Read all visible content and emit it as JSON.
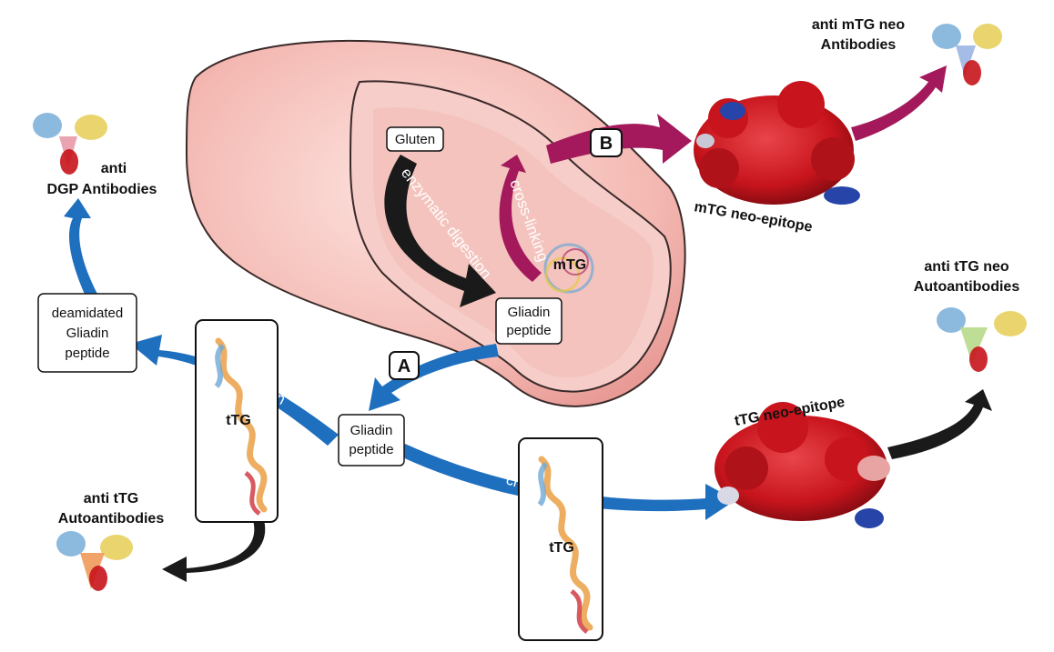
{
  "boxes": {
    "gluten": "Gluten",
    "gliadin_inner_1": "Gliadin",
    "gliadin_inner_2": "peptide",
    "gliadin_center_1": "Gliadin",
    "gliadin_center_2": "peptide",
    "deamidated_1": "deamidated",
    "deamidated_2": "Gliadin",
    "deamidated_3": "peptide"
  },
  "arrows": {
    "enzymatic": "enzymatic digestion",
    "crosslink_mtg": "cross-linking",
    "deamidation": "deamidation",
    "crosslink_ttg": "cross-linking",
    "path_a": "A",
    "path_b": "B"
  },
  "proteins": {
    "mtg": "mTG",
    "ttg_left": "tTG",
    "ttg_mid": "tTG"
  },
  "labels": {
    "mtg_epitope": "mTG neo-epitope",
    "ttg_epitope": "tTG neo-epitope",
    "anti_mtg_1": "anti mTG neo",
    "anti_mtg_2": "Antibodies",
    "anti_ttg_neo_1": "anti tTG neo",
    "anti_ttg_neo_2": "Autoantibodies",
    "anti_dgp_1": "anti",
    "anti_dgp_2": "DGP Antibodies",
    "anti_ttg_1": "anti tTG",
    "anti_ttg_2": "Autoantibodies"
  },
  "colors": {
    "intestine": "#f7c9c4",
    "magenta_arrow": "#a3195b",
    "blue_arrow": "#1f6fbf",
    "black_arrow": "#1a1a1a",
    "epitope_red": "#c8141c"
  }
}
